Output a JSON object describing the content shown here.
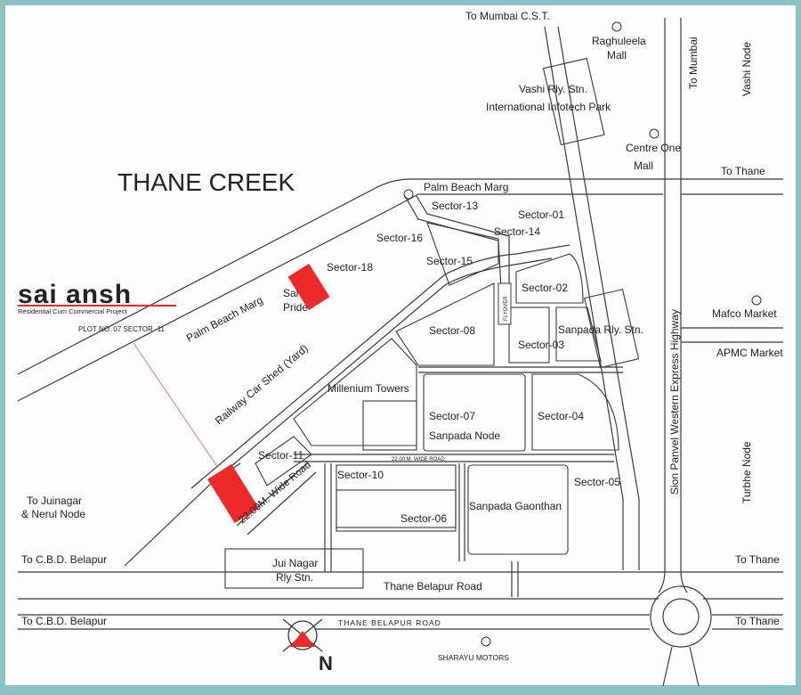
{
  "map": {
    "title": "THANE CREEK",
    "brand": {
      "name": "sai ansh",
      "tagline": "Residential Cum Commercial Project",
      "plot_note": "PLOT NO. 07 SECTOR -11"
    },
    "compass": "N",
    "highlight_color": "#ef2a2a",
    "background_color": "#fdfdfd",
    "border_color": "#8cc2c4",
    "directions": {
      "mumbai_cst": "To Mumbai C.S.T.",
      "to_mumbai": "To Mumbai",
      "vashi_node": "Vashi Node",
      "to_thane_1": "To Thane",
      "to_thane_2": "To Thane",
      "to_thane_3": "To Thane",
      "turbhe_node": "Turbhe Node",
      "juinagar_1": "To Juinagar",
      "juinagar_2": "& Nerul Node",
      "cbd_1": "To C.B.D. Belapur",
      "cbd_2": "To C.B.D. Belapur"
    },
    "roads": {
      "palm_beach_top": "Palm Beach Marg",
      "palm_beach_diag": "Palm Beach Marg",
      "railway_shed": "Railway Car Shed (Yard)",
      "wide_road_22": "22.00M. Wide Road",
      "wide_road_small": "22.00 M. WIDE ROAD",
      "sion_panvel": "Sion Panvel Western Express Highway",
      "thane_belapur": "Thane Belapur Road",
      "thane_belapur_caps": "THANE BELAPUR ROAD",
      "flyover": "FLYOVER"
    },
    "landmarks": {
      "raghuleela_1": "Raghuleela",
      "raghuleela_2": "Mall",
      "vashi_stn": "Vashi Rly. Stn.",
      "infotech": "International Infotech Park",
      "centre_one_1": "Centre One",
      "centre_one_2": "Mall",
      "mafco": "Mafco Market",
      "apmc": "APMC Market",
      "sanpada_stn": "Sanpada Rly. Stn.",
      "millenium": "Millenium Towers",
      "sanpada_node": "Sanpada Node",
      "sanpada_gaonthan": "Sanpada Gaonthan",
      "sai_pride_1": "Sai",
      "sai_pride_2": "Pride",
      "jui_stn_1": "Jui Nagar",
      "jui_stn_2": "Rly Stn.",
      "sharayu": "SHARAYU MOTORS"
    },
    "sectors": {
      "s01": "Sector-01",
      "s02": "Sector-02",
      "s03": "Sector-03",
      "s04": "Sector-04",
      "s05": "Sector-05",
      "s06": "Sector-06",
      "s07": "Sector-07",
      "s08": "Sector-08",
      "s10": "Sector-10",
      "s11": "Sector-11",
      "s13": "Sector-13",
      "s14": "Sector-14",
      "s15": "Sector-15",
      "s16": "Sector-16",
      "s18": "Sector-18"
    }
  }
}
